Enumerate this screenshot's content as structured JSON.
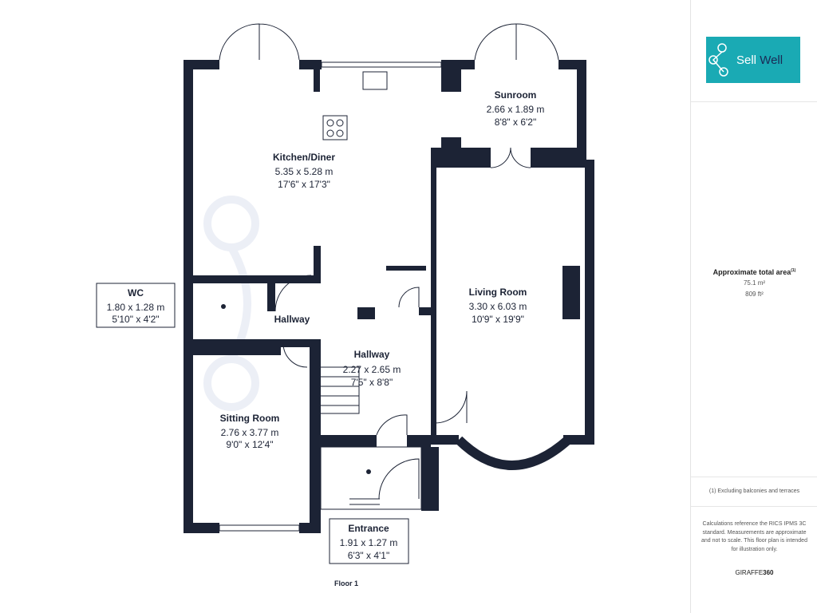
{
  "brand": {
    "name_part1": "Sell",
    "name_part2": "Well",
    "accent": "#1aaab4",
    "wall_color": "#1c2335"
  },
  "watermark": "Sell Well",
  "rooms": {
    "kitchen": {
      "name": "Kitchen/Diner",
      "metric": "5.35 x 5.28 m",
      "imperial": "17'6\" x 17'3\""
    },
    "sunroom": {
      "name": "Sunroom",
      "metric": "2.66 x 1.89 m",
      "imperial": "8'8\" x 6'2\""
    },
    "wc": {
      "name": "WC",
      "metric": "1.80 x 1.28 m",
      "imperial": "5'10\" x 4'2\""
    },
    "hallway_small": {
      "name": "Hallway"
    },
    "hallway": {
      "name": "Hallway",
      "metric": "2.27 x 2.65 m",
      "imperial": "7'5\" x 8'8\""
    },
    "living": {
      "name": "Living Room",
      "metric": "3.30 x 6.03 m",
      "imperial": "10'9\" x 19'9\""
    },
    "sitting": {
      "name": "Sitting Room",
      "metric": "2.76 x 3.77 m",
      "imperial": "9'0\" x 12'4\""
    },
    "entrance": {
      "name": "Entrance",
      "metric": "1.91 x 1.27 m",
      "imperial": "6'3\" x 4'1\""
    }
  },
  "floor_label": "Floor 1",
  "sidebar": {
    "area_title": "Approximate total area",
    "area_note_mark": "(1)",
    "area_m2": "75.1 m²",
    "area_ft2": "809 ft²",
    "footnote": "(1) Excluding balconies and terraces",
    "disclaimer": "Calculations reference the RICS IPMS 3C standard. Measurements are approximate and not to scale. This floor plan is intended for illustration only.",
    "credit_part1": "GIRAFFE",
    "credit_part2": "360"
  }
}
